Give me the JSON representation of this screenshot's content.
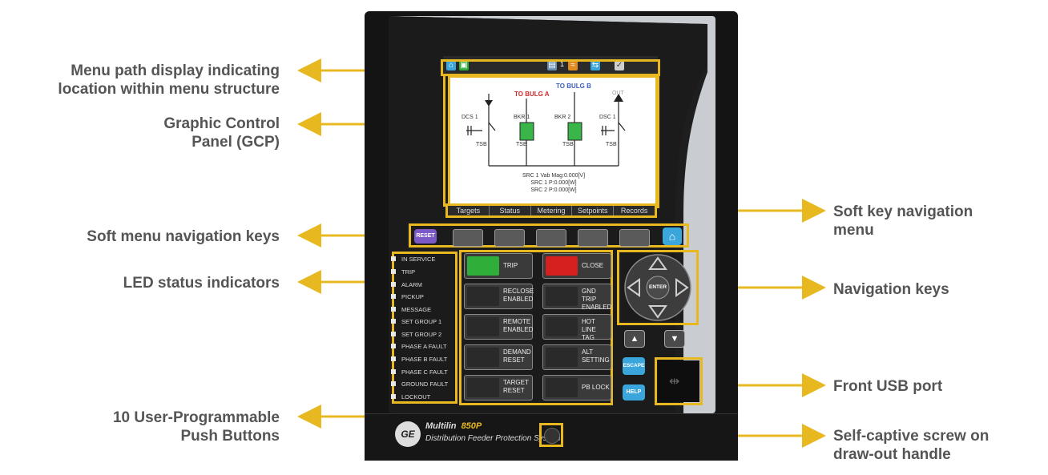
{
  "callouts_left": [
    {
      "lines": [
        "Menu path display indicating",
        "location within menu structure"
      ]
    },
    {
      "lines": [
        "Graphic Control",
        "Panel (GCP)"
      ]
    },
    {
      "lines": [
        "Soft menu navigation keys"
      ]
    },
    {
      "lines": [
        "LED status indicators"
      ]
    },
    {
      "lines": [
        "10 User-Programmable",
        "Push Buttons"
      ]
    }
  ],
  "callouts_right": [
    {
      "lines": [
        "Soft key navigation",
        "menu"
      ]
    },
    {
      "lines": [
        "Navigation keys"
      ]
    },
    {
      "lines": [
        "Front USB port"
      ]
    },
    {
      "lines": [
        "Self-captive screw on",
        "draw-out handle"
      ]
    }
  ],
  "colors": {
    "callout_text": "#555555",
    "accent_yellow": "#e8b820",
    "trip_green": "#2fae3a",
    "close_red": "#d62020",
    "key_blue": "#3aa6dc",
    "reset_purple": "#7b59c6"
  },
  "menu_path": {
    "counter": "1"
  },
  "gcp": {
    "title_a": "TO BULG A",
    "title_b": "TO BULG B",
    "out_label": "OUT",
    "dcs1": "DCS 1",
    "bkr1": "BKR 1",
    "bkr2": "BKR 2",
    "dsc1": "DSC 1",
    "tsb": "TSB",
    "readout_1": "SRC 1 Vab Mag:0.000[V]",
    "readout_2": "SRC 1 P:0.000[W]",
    "readout_3": "SRC 2 P:0.000[W]"
  },
  "soft_menu": [
    "Targets",
    "Status",
    "Metering",
    "Setpoints",
    "Records"
  ],
  "reset_label": "RESET",
  "leds": [
    "IN SERVICE",
    "TRIP",
    "ALARM",
    "PICKUP",
    "MESSAGE",
    "SET GROUP 1",
    "SET GROUP 2",
    "PHASE A FAULT",
    "PHASE B FAULT",
    "PHASE C FAULT",
    "GROUND FAULT",
    "LOCKOUT"
  ],
  "push_buttons": [
    {
      "lines": [
        "TRIP"
      ],
      "lamp": "#2fae3a"
    },
    {
      "lines": [
        "CLOSE"
      ],
      "lamp": "#d62020"
    },
    {
      "lines": [
        "RECLOSE",
        "ENABLED"
      ],
      "lamp": ""
    },
    {
      "lines": [
        "GND TRIP",
        "ENABLED"
      ],
      "lamp": ""
    },
    {
      "lines": [
        "REMOTE",
        "ENABLED"
      ],
      "lamp": ""
    },
    {
      "lines": [
        "HOT LINE",
        "TAG"
      ],
      "lamp": ""
    },
    {
      "lines": [
        "DEMAND",
        "RESET"
      ],
      "lamp": ""
    },
    {
      "lines": [
        "ALT",
        "SETTING"
      ],
      "lamp": ""
    },
    {
      "lines": [
        "TARGET",
        "RESET"
      ],
      "lamp": ""
    },
    {
      "lines": [
        "PB LOCK"
      ],
      "lamp": ""
    }
  ],
  "enter_label": "ENTER",
  "escape_label": "ESCAPE",
  "help_label": "HELP",
  "brand": {
    "logo": "GE",
    "name": "Multilin",
    "model": "850P",
    "subtitle": "Distribution Feeder Protection System"
  }
}
